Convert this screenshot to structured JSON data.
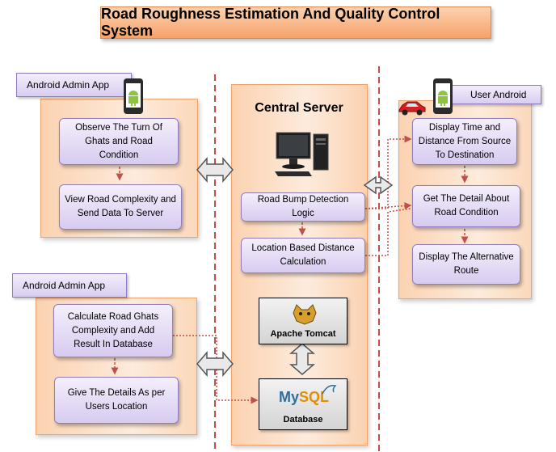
{
  "title": "Road Roughness Estimation And Quality Control System",
  "left_top": {
    "tag": "Android Admin App",
    "boxes": [
      "Observe The Turn Of Ghats and  Road  Condition",
      "View Road Complexity and Send Data To Server"
    ]
  },
  "left_bottom": {
    "tag": "Android Admin App",
    "boxes": [
      "Calculate Road Ghats Complexity and Add Result In Database",
      "Give  The Details As per Users Location"
    ]
  },
  "center": {
    "title": "Central Server",
    "boxes": [
      "Road Bump Detection Logic",
      "Location Based Distance Calculation"
    ],
    "tomcat": "Apache Tomcat",
    "mysql_logo": "MySQL",
    "database": "Database"
  },
  "right": {
    "tag": "User Android",
    "boxes": [
      "Display Time and Distance From Source To Destination",
      "Get  The Detail About Road Condition",
      "Display The Alternative Route"
    ]
  },
  "colors": {
    "panel": "#fbd8bb",
    "box": "#dcd0f2",
    "dash": "#c0504d",
    "android": "#8cc63f"
  },
  "icons": [
    "android-phone-icon",
    "computer-icon",
    "car-icon",
    "tomcat-icon",
    "mysql-logo-icon",
    "double-arrow-icon"
  ]
}
